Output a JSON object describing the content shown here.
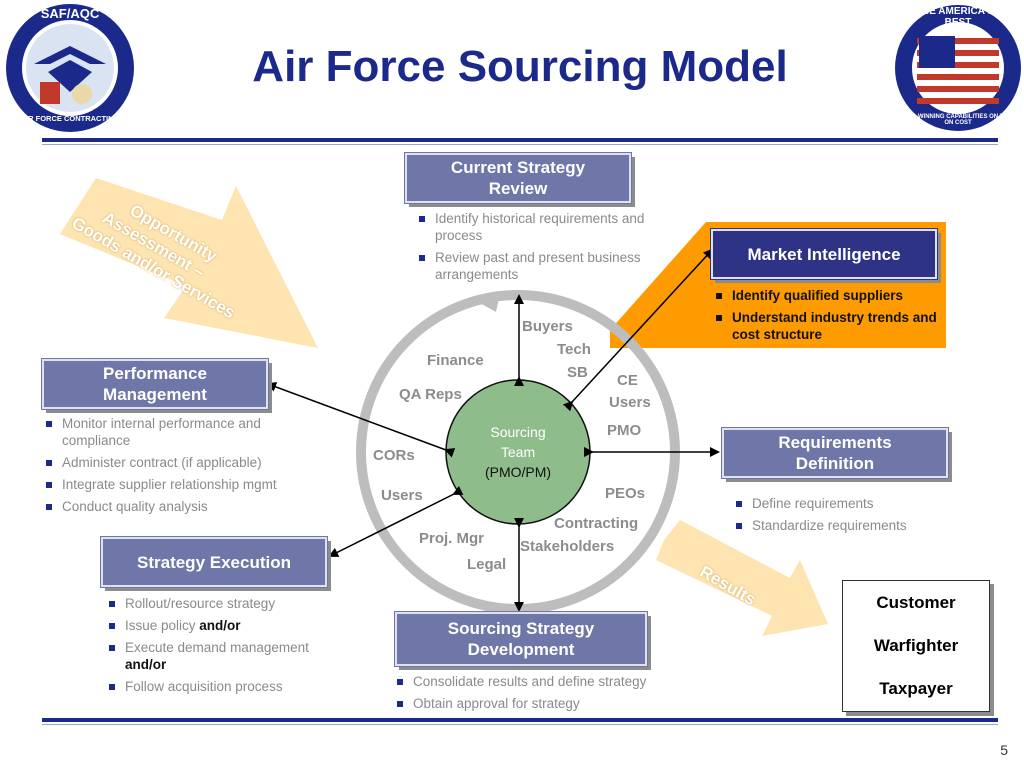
{
  "title": "Air Force Sourcing Model",
  "logos": {
    "left_ring_text": "SAF/AQC",
    "left_bottom_text": "AIR FORCE CONTRACTING",
    "right_ring_text": "BE AMERICA'S BEST",
    "right_bottom_text": "WAR-WINNING CAPABILITIES ON TIME ON COST"
  },
  "arrows": {
    "opportunity": [
      "Opportunity",
      "Assessment –",
      "Goods and/or Services"
    ],
    "results": "Results"
  },
  "center": {
    "line1": "Sourcing",
    "line2": "Team",
    "line3": "(PMO/PM)"
  },
  "ring_labels": {
    "buyers": "Buyers",
    "tech": "Tech",
    "sb": "SB",
    "finance": "Finance",
    "ce": "CE",
    "users_right": "Users",
    "qa_reps": "QA Reps",
    "pmo": "PMO",
    "cors": "CORs",
    "peos": "PEOs",
    "users_left": "Users",
    "contracting": "Contracting",
    "proj_mgr": "Proj. Mgr",
    "stakeholders": "Stakeholders",
    "legal": "Legal"
  },
  "boxes": {
    "current_strategy": {
      "label_line1": "Current Strategy",
      "label_line2": "Review",
      "bullets": [
        "Identify historical requirements and process",
        "Review past and present business arrangements"
      ]
    },
    "market_intelligence": {
      "label": "Market Intelligence",
      "bullets": [
        "Identify qualified suppliers",
        "Understand industry trends and cost structure"
      ]
    },
    "performance": {
      "label_line1": "Performance",
      "label_line2": "Management",
      "bullets": [
        "Monitor internal performance and compliance",
        "Administer contract  (if applicable)",
        "Integrate supplier relationship mgmt",
        "Conduct quality analysis"
      ]
    },
    "requirements": {
      "label_line1": "Requirements",
      "label_line2": "Definition",
      "bullets": [
        "Define requirements",
        "Standardize requirements"
      ]
    },
    "strategy_execution": {
      "label": "Strategy Execution",
      "bullets": [
        {
          "text": "Rollout/resource strategy"
        },
        {
          "text": "Issue policy ",
          "bold": "and/or"
        },
        {
          "text": "Execute demand management ",
          "bold": "and/or"
        },
        {
          "text": "Follow acquisition process"
        }
      ]
    },
    "sourcing_development": {
      "label_line1": "Sourcing Strategy",
      "label_line2": "Development",
      "bullets": [
        "Consolidate results and define strategy",
        "Obtain approval for strategy"
      ]
    }
  },
  "customer": {
    "line1": "Customer",
    "line2": "Warfighter",
    "line3": "Taxpayer"
  },
  "page_number": "5",
  "colors": {
    "navy": "#1b2a8a",
    "box": "#6f76a8",
    "box_dark": "#2f3386",
    "orange": "#fe9b00",
    "team_green": "#8fbc8b",
    "arrow_peach": "#fde4b0"
  }
}
